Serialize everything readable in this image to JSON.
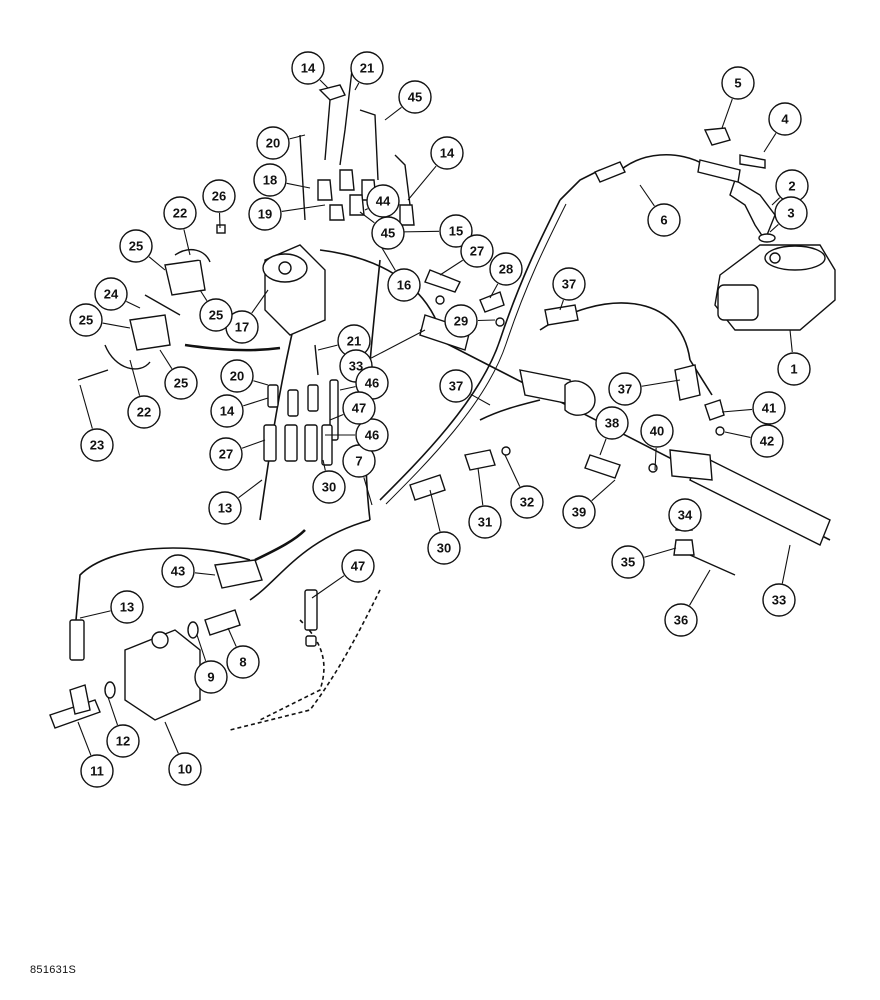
{
  "figure": {
    "id_label": "851631S",
    "callouts": [
      "1",
      "2",
      "3",
      "4",
      "5",
      "6",
      "7",
      "8",
      "9",
      "10",
      "11",
      "12",
      "13",
      "13",
      "14",
      "14",
      "14",
      "15",
      "16",
      "17",
      "18",
      "19",
      "20",
      "20",
      "21",
      "21",
      "22",
      "22",
      "23",
      "24",
      "25",
      "25",
      "25",
      "25",
      "26",
      "27",
      "27",
      "28",
      "29",
      "30",
      "30",
      "31",
      "32",
      "33",
      "33",
      "34",
      "35",
      "36",
      "37",
      "37",
      "37",
      "38",
      "39",
      "40",
      "41",
      "42",
      "43",
      "44",
      "45",
      "45",
      "46",
      "46",
      "47",
      "47"
    ]
  }
}
